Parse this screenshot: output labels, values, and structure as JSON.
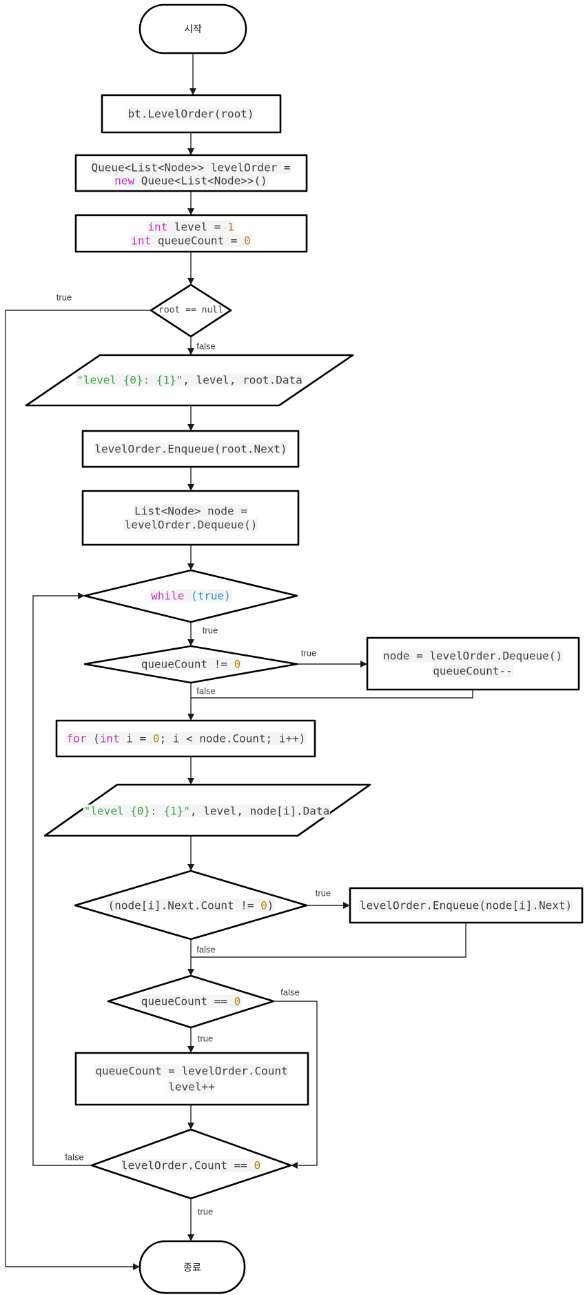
{
  "title": "Level-order traversal flowchart",
  "colors": {
    "keyword": "#bf34bf",
    "number": "#b8860b",
    "string": "#3ea44a",
    "boolean": "#2391ce",
    "code_text": "#3d3d3d",
    "highlight_bg": "#f4f4f4",
    "shape_stroke": "#000000",
    "connector": "#262626"
  },
  "terminals": {
    "start": "시작",
    "end": "종료"
  },
  "edges": {
    "root_true": "true",
    "root_false": "false",
    "while_true": "true",
    "dequeue_true": "true",
    "dequeue_false": "false",
    "enqueue_true": "true",
    "enqueue_false": "false",
    "levelcheck_false": "false",
    "levelcheck_true": "true",
    "countcheck_false": "false",
    "countcheck_true": "true"
  },
  "nodes": {
    "call": {
      "segs": [
        {
          "t": "bt.LevelOrder(root)",
          "c": "code"
        }
      ]
    },
    "queue_decl": {
      "l1": [
        {
          "t": "Queue<List<Node>> levelOrder =",
          "c": "code"
        }
      ],
      "l2": [
        {
          "t": "new",
          "c": "kw"
        },
        {
          "t": " Queue<List<Node>>()",
          "c": "code"
        }
      ]
    },
    "init": {
      "l1": [
        {
          "t": "int",
          "c": "kw"
        },
        {
          "t": " level = ",
          "c": "code"
        },
        {
          "t": "1",
          "c": "num"
        }
      ],
      "l2": [
        {
          "t": "int",
          "c": "kw"
        },
        {
          "t": " queueCount = ",
          "c": "code"
        },
        {
          "t": "0",
          "c": "num"
        }
      ]
    },
    "root_check": {
      "segs": [
        {
          "t": "root == null",
          "c": "code"
        }
      ]
    },
    "print_root": {
      "segs": [
        {
          "t": "\"level {0}: {1}\"",
          "c": "str"
        },
        {
          "t": ", level, root.Data",
          "c": "code"
        }
      ]
    },
    "enqueue_root": {
      "segs": [
        {
          "t": "levelOrder.Enqueue(root.Next)",
          "c": "code"
        }
      ]
    },
    "dequeue": {
      "l1": [
        {
          "t": "List<Node> node =",
          "c": "code"
        }
      ],
      "l2": [
        {
          "t": "levelOrder.Dequeue()",
          "c": "code"
        }
      ]
    },
    "while_loop": {
      "segs": [
        {
          "t": "while",
          "c": "kw"
        },
        {
          "t": " ",
          "c": "code"
        },
        {
          "t": "(true)",
          "c": "bool"
        }
      ]
    },
    "qc_check": {
      "segs": [
        {
          "t": "queueCount != ",
          "c": "code"
        },
        {
          "t": "0",
          "c": "num"
        }
      ]
    },
    "dequeue_next": {
      "l1": [
        {
          "t": "node = levelOrder.Dequeue()",
          "c": "code"
        }
      ],
      "l2": [
        {
          "t": "queueCount--",
          "c": "code"
        }
      ]
    },
    "for_loop": {
      "segs": [
        {
          "t": "for",
          "c": "kw"
        },
        {
          "t": " (",
          "c": "code"
        },
        {
          "t": "int",
          "c": "kw"
        },
        {
          "t": " i = ",
          "c": "code"
        },
        {
          "t": "0",
          "c": "num"
        },
        {
          "t": "; i < node.Count; i++)",
          "c": "code"
        }
      ]
    },
    "print_node": {
      "segs": [
        {
          "t": "\"level {0}: {1}\"",
          "c": "str"
        },
        {
          "t": ", level, node[i].Data",
          "c": "code"
        }
      ]
    },
    "next_check": {
      "segs": [
        {
          "t": "(node[i].Next.Count != ",
          "c": "code"
        },
        {
          "t": "0",
          "c": "num"
        },
        {
          "t": ")",
          "c": "code"
        }
      ]
    },
    "enqueue_next": {
      "segs": [
        {
          "t": "levelOrder.Enqueue(node[i].Next)",
          "c": "code"
        }
      ]
    },
    "qc_zero_check": {
      "segs": [
        {
          "t": "queueCount == ",
          "c": "code"
        },
        {
          "t": "0",
          "c": "num"
        }
      ]
    },
    "update": {
      "l1": [
        {
          "t": "queueCount = levelOrder.Count",
          "c": "code"
        }
      ],
      "l2": [
        {
          "t": "level++",
          "c": "code"
        }
      ]
    },
    "count_check": {
      "segs": [
        {
          "t": "levelOrder.Count == ",
          "c": "code"
        },
        {
          "t": "0",
          "c": "num"
        }
      ]
    }
  }
}
